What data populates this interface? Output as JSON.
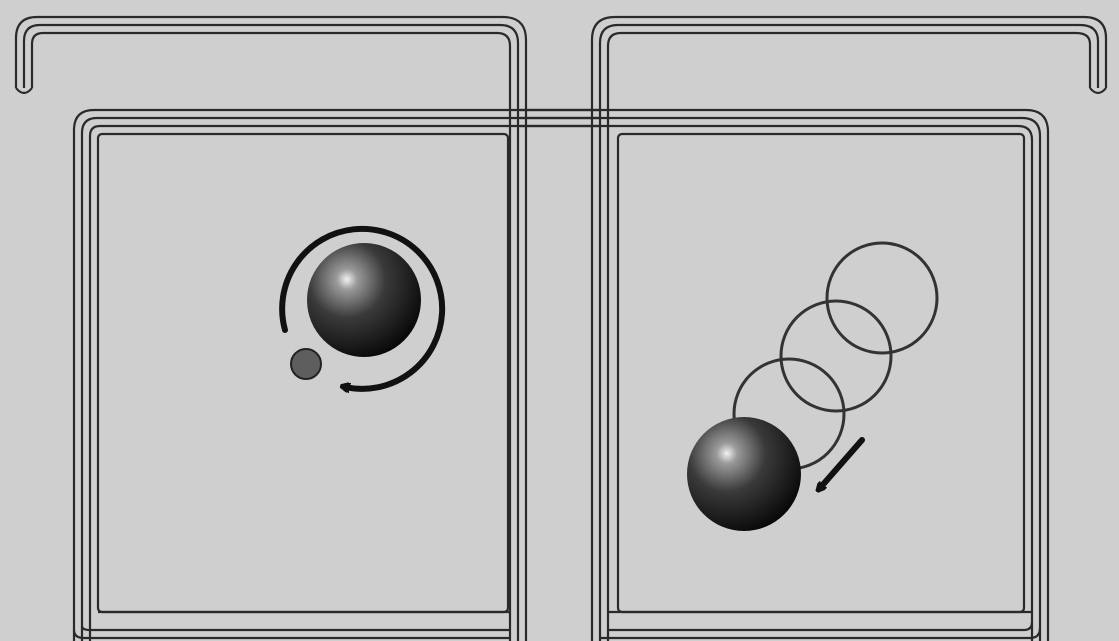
{
  "colors": {
    "background": "#cfcfcf",
    "outline": "#2a2a2a",
    "ball_dark": "#0b0b0b",
    "ball_light": "#f2f2f2",
    "small_ball": "#5e5e5e",
    "arrow": "#111111"
  },
  "panels": [
    {
      "name": "left-panel",
      "depicts": [
        "rotation-arrow",
        "ball",
        "small-ball"
      ]
    },
    {
      "name": "right-panel",
      "depicts": [
        "trail-circle",
        "trail-circle",
        "trail-circle",
        "ball",
        "motion-arrow"
      ]
    }
  ]
}
